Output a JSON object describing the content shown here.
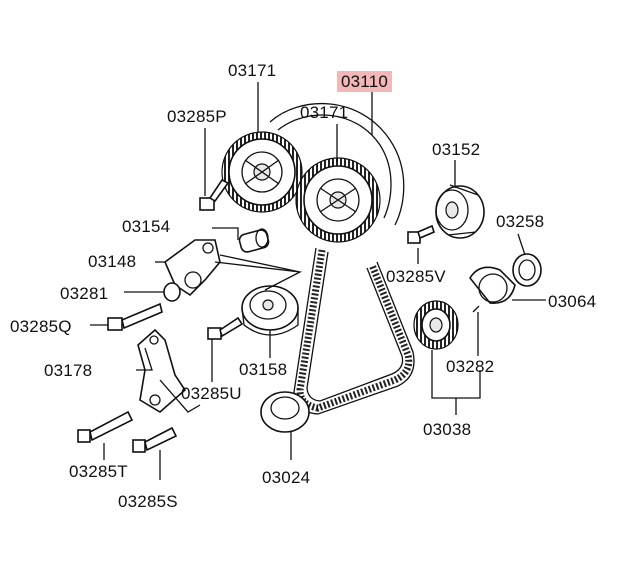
{
  "labels": {
    "l03171_top": "03171",
    "l03110": "03110",
    "l03285P": "03285P",
    "l03171_mid": "03171",
    "l03152": "03152",
    "l03154": "03154",
    "l03258": "03258",
    "l03148": "03148",
    "l03285V": "03285V",
    "l03281": "03281",
    "l03064": "03064",
    "l03285Q": "03285Q",
    "l03158": "03158",
    "l03282": "03282",
    "l03178": "03178",
    "l03285U": "03285U",
    "l03038": "03038",
    "l03285T": "03285T",
    "l03024": "03024",
    "l03285S": "03285S"
  },
  "highlight_color": "#f3b7b8"
}
